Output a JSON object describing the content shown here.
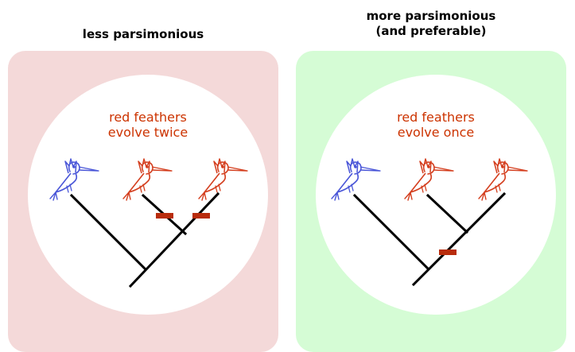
{
  "left_panel": {
    "title_lines": [
      "less parsimonious"
    ],
    "caption_lines": [
      "red feathers",
      "evolve twice"
    ],
    "background_color": "#f4d9d9",
    "birds": [
      "blue-hummingbird-icon",
      "red-hummingbird-icon",
      "red-hummingbird-icon"
    ]
  },
  "right_panel": {
    "title_lines": [
      "more parsimonious",
      "(and preferable)"
    ],
    "caption_lines": [
      "red feathers",
      "evolve once"
    ],
    "background_color": "#d5fcd5",
    "birds": [
      "blue-hummingbird-icon",
      "red-hummingbird-icon",
      "red-hummingbird-icon"
    ]
  },
  "colors": {
    "blue_bird": "#4a56d8",
    "red_bird": "#d43f1f",
    "trait_marker": "#b82c0c",
    "caption_text": "#cc3300",
    "tree_branches": "#000000"
  }
}
